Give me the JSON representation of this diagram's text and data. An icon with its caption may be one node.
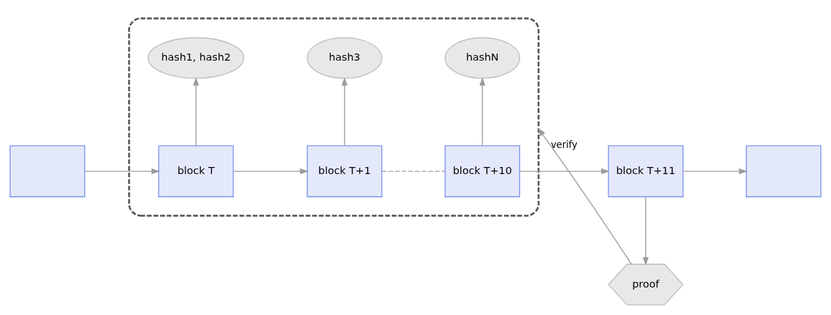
{
  "diagram": {
    "nodes": [
      {
        "text": [],
        "shape": "box"
      },
      {
        "text": [],
        "shape": "box"
      },
      {
        "text": [
          "block T"
        ],
        "in": 0
      },
      {
        "text": [
          "hash1, hash2"
        ],
        "in": 0
      },
      {
        "text": [
          "block T+1"
        ],
        "in": 0
      },
      {
        "text": [
          "hash3"
        ],
        "in": 0
      },
      {
        "text": [
          "block T+10"
        ],
        "in": 0
      },
      {
        "text": [
          "hashN"
        ],
        "in": 0
      },
      {
        "text": [
          "block T+11"
        ]
      },
      {
        "text": [
          "proof"
        ]
      },
      {
        "text": [],
        "shape": "box"
      }
    ],
    "edges": [
      {
        "from": 1,
        "to": 2,
        "arrow": "to"
      },
      {
        "from": 2,
        "to": 3,
        "arrow": "to"
      },
      {
        "from": 2,
        "to": 4,
        "arrow": "to"
      },
      {
        "from": 4,
        "to": 5,
        "arrow": "to"
      },
      {
        "from": 4,
        "to": 6,
        "arrow": "none",
        "style": "dashed"
      },
      {
        "from": 6,
        "to": 7,
        "arrow": "to"
      },
      {
        "from": 6,
        "to": 8,
        "arrow": "to"
      },
      {
        "from": 8,
        "to": 9,
        "arrow": "to"
      },
      {
        "from": 9,
        "to": 0,
        "arrow": "to",
        "label": "verify"
      },
      {
        "from": 8,
        "to": 10,
        "arrow": "to"
      }
    ]
  }
}
